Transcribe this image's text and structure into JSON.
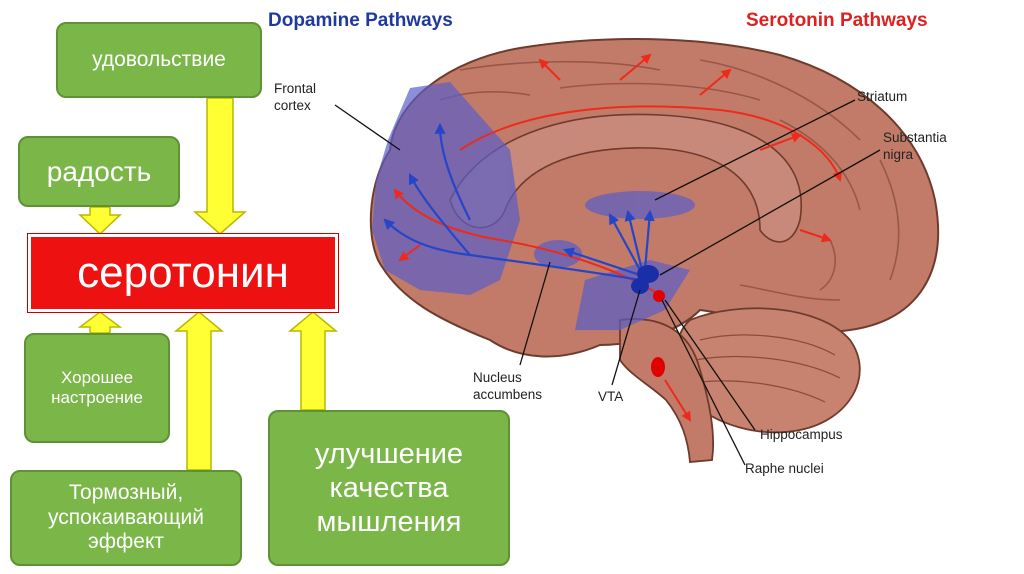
{
  "diagram": {
    "boxes": {
      "pleasure": "удовольствие",
      "joy": "радость",
      "serotonin": "серотонин",
      "good_mood": "Хорошее настроение",
      "calming": "Тормозный, успокаивающий эффект",
      "thinking": "улучшение качества мышления"
    },
    "titles": {
      "dopamine": "Dopamine Pathways",
      "serotonin": "Serotonin Pathways"
    },
    "labels": {
      "frontal_cortex": "Frontal cortex",
      "striatum": "Striatum",
      "substantia_nigra": "Substantia nigra",
      "nucleus_accumbens": "Nucleus accumbens",
      "vta": "VTA",
      "hippocampus": "Hippocampus",
      "raphe_nuclei": "Raphe nuclei"
    },
    "colors": {
      "box_fill": "#7ab648",
      "serotonin_box": "#ee1111",
      "arrow_fill": "#ffff33",
      "dopamine_title": "#1f3a9e",
      "serotonin_title": "#e02020",
      "brain": "#c27b68",
      "dopamine_pathway": "#2546c9",
      "serotonin_pathway": "#ee2a1a"
    }
  }
}
